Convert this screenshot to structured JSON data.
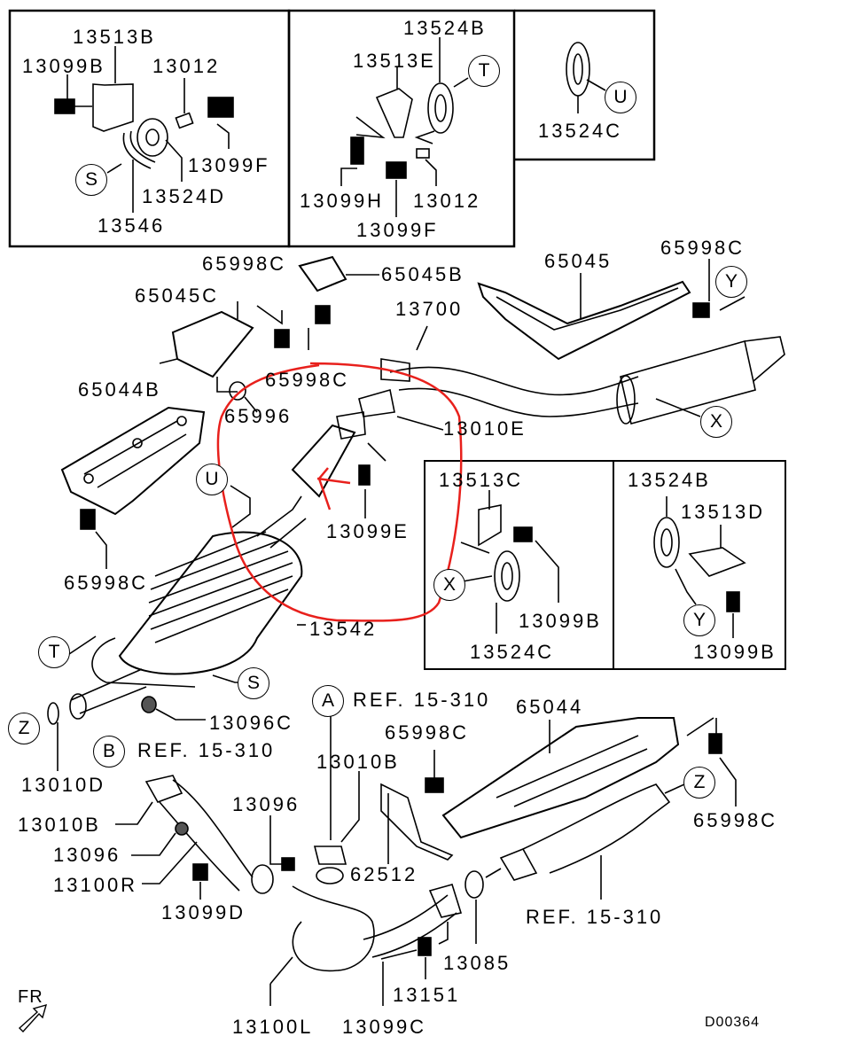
{
  "diagram_code": "D00364",
  "direction_marker": "FR",
  "annotation_color": "#e8201c",
  "labels": [
    "13513B",
    "13099B",
    "13012",
    "13099F",
    "13524D",
    "13546",
    "13524B",
    "13513E",
    "13099H",
    "13012",
    "13099F",
    "13524C",
    "65998C",
    "65045B",
    "65045",
    "65998C",
    "65045C",
    "13700",
    "65998C",
    "65044B",
    "65996",
    "13010E",
    "13099E",
    "65998C",
    "13542",
    "13096C",
    "REF. 15-310",
    "65044",
    "65998C",
    "REF. 15-310",
    "13010D",
    "13010B",
    "65998C",
    "13096",
    "13010B",
    "13096",
    "62512",
    "13100R",
    "REF. 15-310",
    "13099D",
    "13085",
    "13151",
    "13100L",
    "13099C",
    "13513C",
    "13099B",
    "13524C",
    "13524B",
    "13513D",
    "13099B"
  ],
  "callouts": [
    "S",
    "T",
    "U",
    "Y",
    "X",
    "U",
    "T",
    "S",
    "Z",
    "A",
    "B",
    "Z",
    "X",
    "Y"
  ]
}
